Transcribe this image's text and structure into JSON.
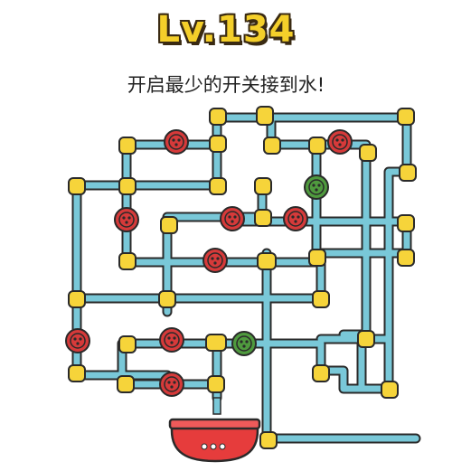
{
  "header": {
    "level_label": "Lv.134",
    "instruction": "开启最少的开关接到水!"
  },
  "colors": {
    "title_fill": "#f4cf2a",
    "pipe_water": "#79c8d8",
    "joint_yellow": "#f6d43a",
    "valve_closed": "#d63a3a",
    "valve_open": "#4f9a3e",
    "bowl_red": "#e63c3c"
  },
  "puzzle": {
    "valves": [
      {
        "id": "v1",
        "state": "closed"
      },
      {
        "id": "v2",
        "state": "closed"
      },
      {
        "id": "v3",
        "state": "open"
      },
      {
        "id": "v4",
        "state": "closed"
      },
      {
        "id": "v5",
        "state": "closed"
      },
      {
        "id": "v6",
        "state": "closed"
      },
      {
        "id": "v7",
        "state": "closed"
      },
      {
        "id": "v8",
        "state": "closed"
      },
      {
        "id": "v9",
        "state": "closed"
      },
      {
        "id": "v10",
        "state": "open"
      },
      {
        "id": "v11",
        "state": "closed"
      }
    ]
  }
}
